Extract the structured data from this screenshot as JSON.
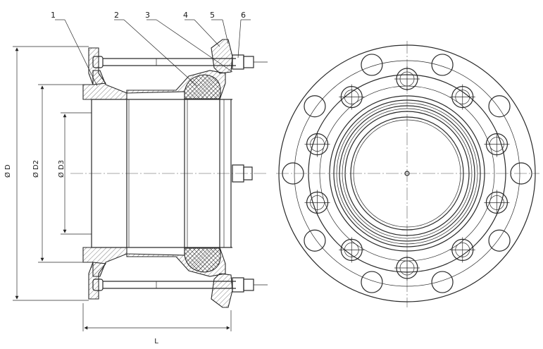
{
  "callouts": [
    "1",
    "2",
    "3",
    "4",
    "5",
    "6"
  ],
  "dimensions": {
    "outer_diameter": "Ø D",
    "d2": "Ø D2",
    "d3": "Ø D3",
    "length": "L"
  }
}
